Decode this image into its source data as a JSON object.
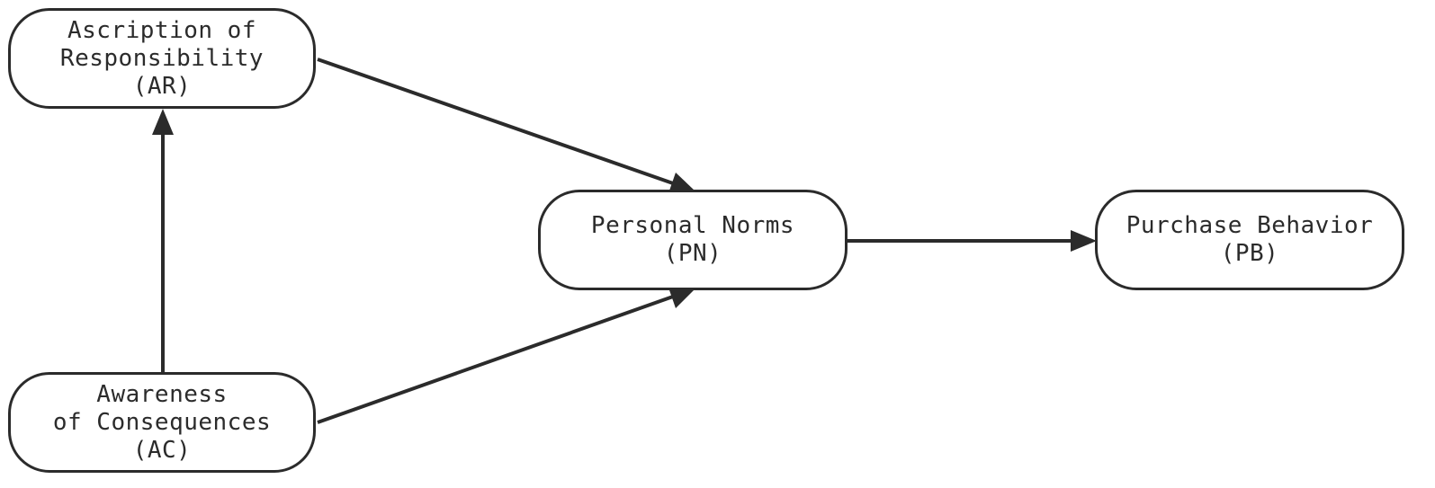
{
  "nodes": {
    "ar": {
      "lines": [
        "Ascription of",
        "Responsibility",
        "(AR)"
      ]
    },
    "ac": {
      "lines": [
        "Awareness",
        "of Consequences",
        "(AC)"
      ]
    },
    "pn": {
      "lines": [
        "Personal Norms",
        "(PN)"
      ]
    },
    "pb": {
      "lines": [
        "Purchase Behavior",
        "(PB)"
      ]
    }
  },
  "edges": [
    {
      "from": "ac",
      "to": "ar"
    },
    {
      "from": "ar",
      "to": "pn"
    },
    {
      "from": "ac",
      "to": "pn"
    },
    {
      "from": "pn",
      "to": "pb"
    }
  ],
  "colors": {
    "stroke": "#2b2b2b",
    "background": "#ffffff"
  }
}
